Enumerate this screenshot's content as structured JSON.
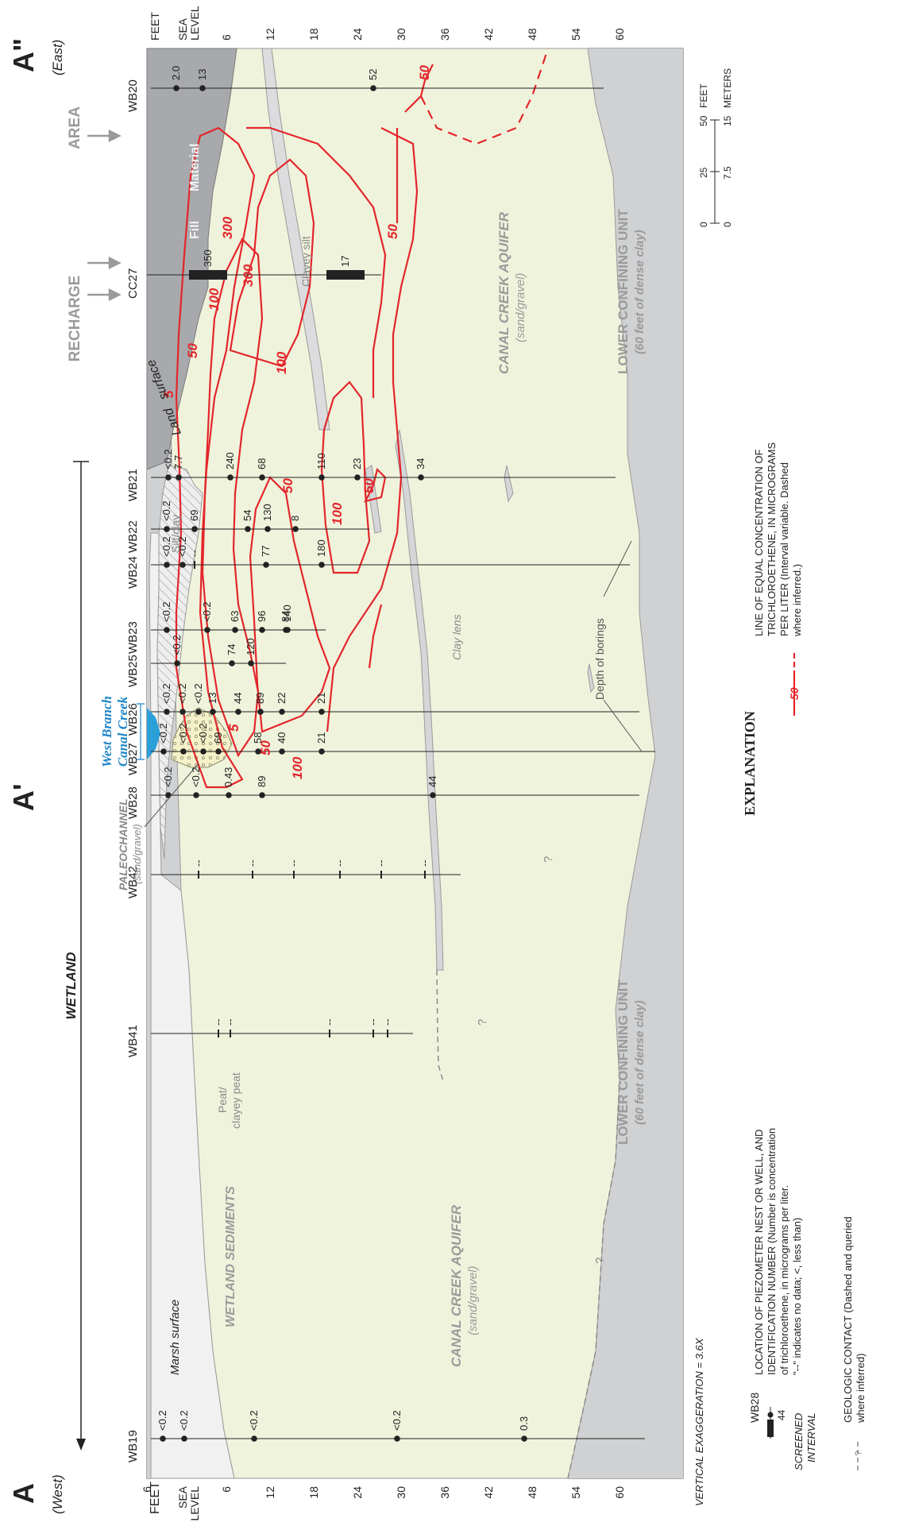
{
  "endpoints": {
    "west_letter": "A",
    "west_dir": "(West)",
    "mid_letter": "A'",
    "east_letter": "A\"",
    "east_dir": "(East)"
  },
  "scale": {
    "unit_left": "FEET",
    "unit_right": "FEET",
    "sea_level_1": "SEA",
    "sea_level_2": "LEVEL",
    "ticks": [
      "6",
      "6",
      "12",
      "18",
      "24",
      "30",
      "36",
      "42",
      "48",
      "54",
      "60"
    ],
    "bar_feet_label": "FEET",
    "bar_meters_label": "METERS",
    "bar_feet_ticks": [
      "0",
      "25",
      "50"
    ],
    "bar_meter_ticks": [
      "0",
      "7.5",
      "15"
    ],
    "vertical_exaggeration": "VERTICAL EXAGGERATION = 3.6X"
  },
  "units": {
    "wetland": "WETLAND",
    "recharge": "RECHARGE",
    "area": "AREA",
    "fill_1": "Fill",
    "fill_2": "Material",
    "land_1": "Land",
    "land_2": "surface",
    "marsh": "Marsh  surface",
    "wetland_sediments": "WETLAND SEDIMENTS",
    "peat_1": "Peat/",
    "peat_2": "clayey peat",
    "paleochannel_1": "PALEOCHANNEL",
    "paleochannel_2": "(sand/gravel)",
    "creek_1": "West Branch",
    "creek_2": "Canal Creek",
    "silt_clay": "Silt/clay",
    "clayey_silt": "Clayey  silt",
    "clay_lens": "Clay lens",
    "depth_borings": "Depth of borings",
    "aquifer_1": "CANAL  CREEK  AQUIFER",
    "aquifer_2": "(sand/gravel)",
    "confining_1": "LOWER  CONFINING UNIT",
    "confining_2": "(60 feet of dense clay)",
    "query": "?"
  },
  "wells": [
    {
      "id": "WB19",
      "values": [
        "<0.2",
        "<0.2",
        "<0.2",
        "<0.2",
        "0.3"
      ]
    },
    {
      "id": "WB41",
      "values": [
        "--",
        "--",
        "--",
        "--",
        "--"
      ]
    },
    {
      "id": "WB42",
      "values": [
        "--",
        "--",
        "--",
        "--",
        "--",
        "--"
      ]
    },
    {
      "id": "WB28",
      "values": [
        "<0.2",
        "<0.2",
        "0.43",
        "89",
        "44"
      ]
    },
    {
      "id": "WB27",
      "values": [
        "<0.2",
        "<0.2",
        "<0.2",
        "69",
        "58",
        "40",
        "21"
      ]
    },
    {
      "id": "WB26",
      "values": [
        "<0.2",
        "<0.2",
        "<0.2",
        "13",
        "44",
        "89",
        "22",
        "21"
      ]
    },
    {
      "id": "WB25",
      "values": [
        "<0.2",
        "74",
        "120"
      ]
    },
    {
      "id": "WB23",
      "values": [
        "<0.2",
        "<0.2",
        "63",
        "96",
        "140",
        "84"
      ]
    },
    {
      "id": "WB24",
      "values": [
        "<0.2",
        "<0.2",
        "--",
        "77",
        "180"
      ]
    },
    {
      "id": "WB22",
      "values": [
        "<0.2",
        "69",
        "54",
        "130",
        "8"
      ]
    },
    {
      "id": "WB21",
      "values": [
        "<0.2",
        "7.7",
        "240",
        "68",
        "110",
        "23",
        "34"
      ]
    },
    {
      "id": "CC27",
      "values": [
        "350",
        "17"
      ]
    },
    {
      "id": "WB20",
      "values": [
        "2.0",
        "13",
        "52"
      ]
    }
  ],
  "contour_labels": [
    "5",
    "50",
    "100",
    "300",
    "5",
    "50",
    "100",
    "50",
    "100",
    "300",
    "100",
    "50",
    "50",
    "50"
  ],
  "explanation": {
    "title": "EXPLANATION",
    "sample_id": "WB28",
    "sample_value": "44",
    "screened_1": "SCREENED",
    "screened_2": "INTERVAL",
    "well_1": "LOCATION OF PIEZOMETER NEST OR WELL, AND",
    "well_2": "IDENTIFICATION NUMBER (Number is concentration",
    "well_3": "of trichloroethene, in micrograms per liter.",
    "well_4": "\"--\" indicates no data; <, less than)",
    "contour_sample": "50",
    "contour_1": "LINE OF EQUAL CONCENTRATION OF",
    "contour_2": "TRICHLOROETHENE, IN MICROGRAMS",
    "contour_3": "PER LITER (Interval variable. Dashed",
    "contour_4": "where inferred.)",
    "contact_q": "?",
    "contact_1": "GEOLOGIC CONTACT (Dashed and queried",
    "contact_2": "where inferred)"
  },
  "colors": {
    "aquifer": "#f0f3dc",
    "confining": "#cfd1d3",
    "fill": "#a7a9ac",
    "wetland": "#f1f1f1",
    "contour": "#e3262b",
    "water": "#2b9fd8",
    "creek_text": "#1f85c8"
  }
}
